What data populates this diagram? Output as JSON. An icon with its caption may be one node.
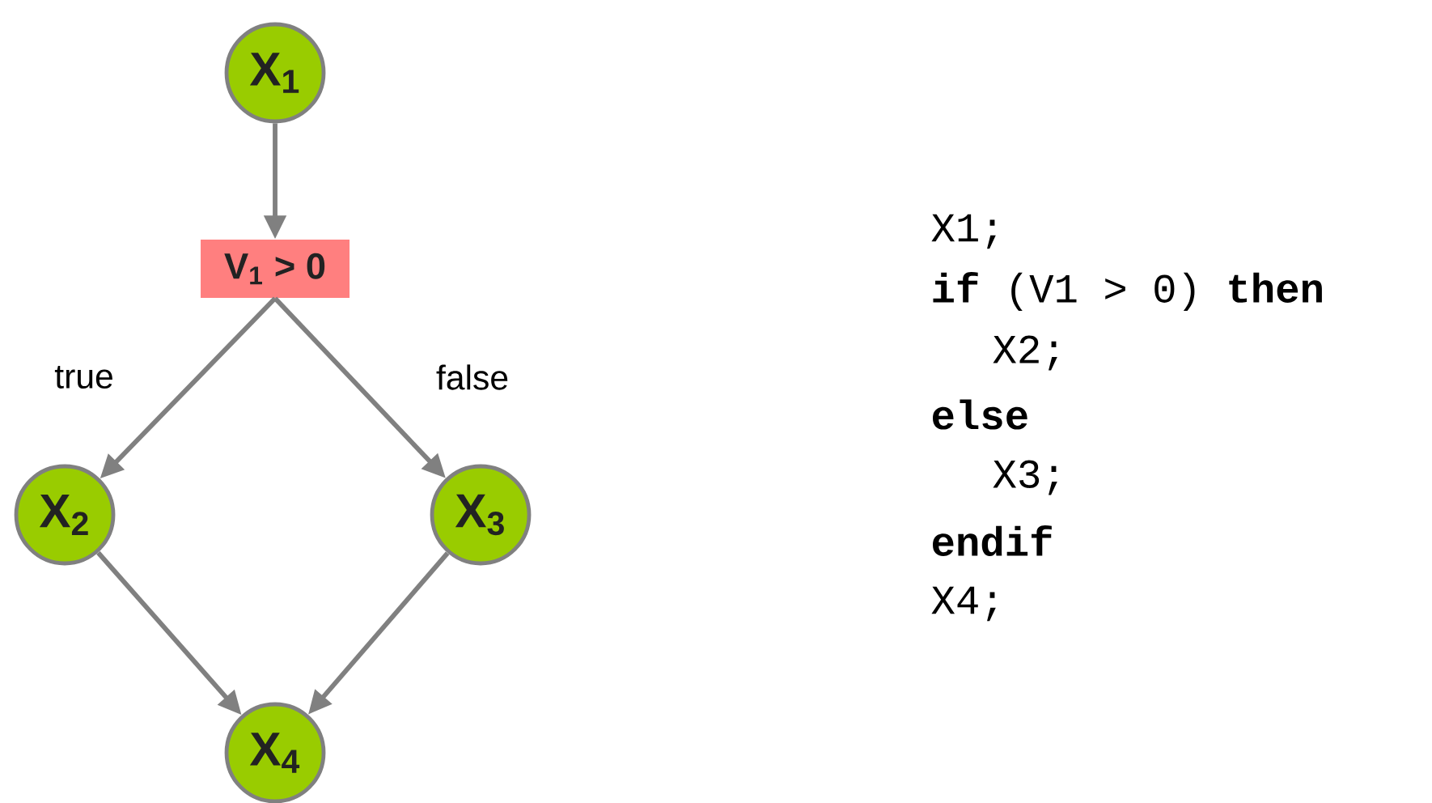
{
  "diagram": {
    "nodes": [
      {
        "text": [
          "X$_{1}$"
        ]
      },
      {
        "text": [
          "V$_{1}$ > 0"
        ]
      },
      {
        "text": [
          "X$_{2}$"
        ]
      },
      {
        "text": [
          "X$_{3}$"
        ]
      },
      {
        "text": [
          "X$_{4}$"
        ]
      }
    ],
    "edges": [
      {
        "from": 0,
        "to": 1,
        "arrow": "to"
      },
      {
        "from": 1,
        "to": 2,
        "arrow": "to",
        "label": "true"
      },
      {
        "from": 1,
        "to": 3,
        "arrow": "to",
        "label": "false"
      },
      {
        "from": 2,
        "to": 4,
        "arrow": "to"
      },
      {
        "from": 3,
        "to": 4,
        "arrow": "to"
      }
    ],
    "labels": [
      "X1;",
      "**if** (V1 > 0) **then**",
      "X2;",
      "**else**",
      "X3;",
      "**endif**",
      "X4;"
    ]
  }
}
